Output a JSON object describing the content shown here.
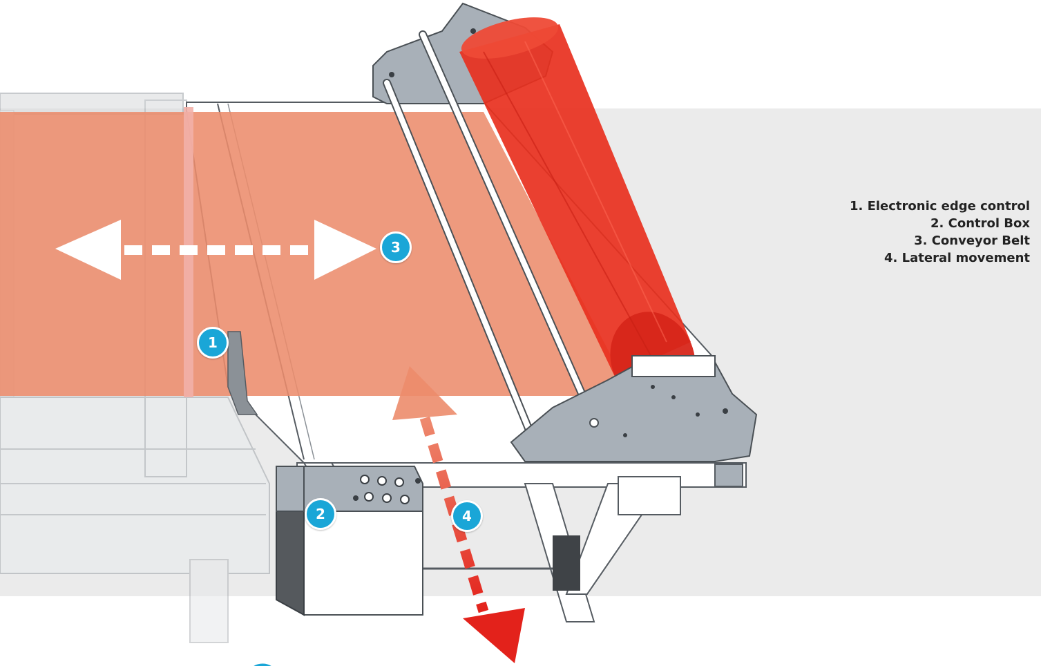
{
  "legend": {
    "items": [
      "1. Electronic edge control",
      "2. Control Box",
      "3. Conveyor Belt",
      "4. Lateral movement"
    ]
  },
  "badges": {
    "edge_control": "1",
    "control_box": "2",
    "conveyor_belt": "3",
    "lateral_movement": "4"
  },
  "colors": {
    "background_panel": "#ebebeb",
    "belt_overlay": "#ec8c6c",
    "roll": "#e8301e",
    "badge": "#1aa6d7",
    "arrow_white": "#ffffff",
    "arrow_red": "#e3221b",
    "frame_grey": "#a8b0b8"
  }
}
